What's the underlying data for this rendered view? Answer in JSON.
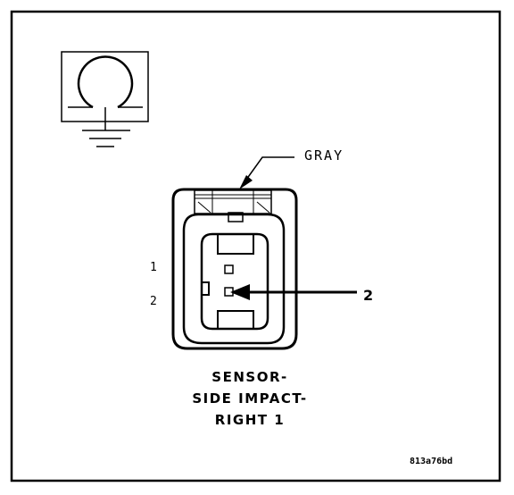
{
  "connector": {
    "color_label": "GRAY",
    "pin_labels": [
      "1",
      "2"
    ],
    "callout_number": "2",
    "title_lines": [
      "SENSOR-",
      "SIDE IMPACT-",
      "RIGHT 1"
    ]
  },
  "figure_code": "813a76bd",
  "colors": {
    "line": "#000000",
    "background": "#ffffff"
  }
}
